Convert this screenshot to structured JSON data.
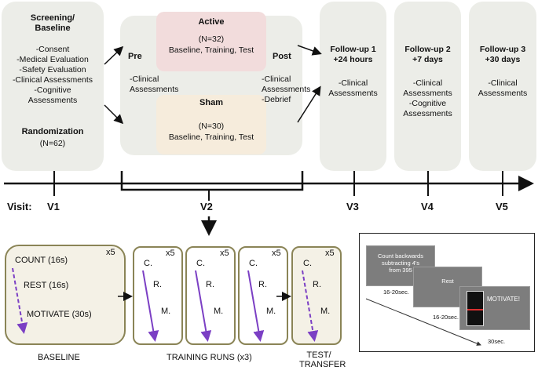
{
  "screening": {
    "title1": "Screening/",
    "title2": "Baseline",
    "items": [
      "-Consent",
      "-Medical Evaluation",
      "-Safety Evaluation",
      "-Clinical Assessments",
      "-Cognitive",
      "Assessments"
    ],
    "randomization": "Randomization",
    "n": "(N=62)"
  },
  "v2": {
    "pre": "Pre",
    "pre_items": [
      "-Clinical",
      "Assessments"
    ],
    "post": "Post",
    "post_items": [
      "-Clinical",
      "Assessments",
      "-Debrief"
    ],
    "active_title": "Active",
    "active_n": "(N=32)",
    "active_desc": "Baseline, Training, Test",
    "sham_title": "Sham",
    "sham_n": "(N=30)",
    "sham_desc": "Baseline, Training, Test"
  },
  "followups": [
    {
      "title1": "Follow-up 1",
      "title2": "+24 hours",
      "items": [
        "-Clinical",
        "Assessments"
      ]
    },
    {
      "title1": "Follow-up 2",
      "title2": "+7 days",
      "items": [
        "-Clinical",
        "Assessments",
        "-Cognitive",
        "Assessments"
      ]
    },
    {
      "title1": "Follow-up 3",
      "title2": "+30 days",
      "items": [
        "-Clinical",
        "Assessments"
      ]
    }
  ],
  "timeline": {
    "visit_label": "Visit:",
    "visits": [
      "V1",
      "V2",
      "V3",
      "V4",
      "V5"
    ]
  },
  "baseline_block": {
    "mult": "x5",
    "count": "COUNT (16s)",
    "rest": "REST (16s)",
    "motivate": "MOTIVATE (30s)",
    "caption": "BASELINE"
  },
  "training": {
    "mult": "x5",
    "c": "C.",
    "r": "R.",
    "m": "M.",
    "caption": "TRAINING RUNS (x3)"
  },
  "test": {
    "mult": "x5",
    "c": "C.",
    "r": "R.",
    "m": "M.",
    "caption1": "TEST/",
    "caption2": "TRANSFER"
  },
  "screens": {
    "count_text": [
      "Count backwards",
      "subtracting 4's",
      "from 395"
    ],
    "rest_text": "Rest",
    "motivate_text": "MOTIVATE!",
    "t1": "16-20sec.",
    "t2": "16-20sec.",
    "t3": "30sec."
  },
  "colors": {
    "active": "#f2dcdc",
    "sham": "#f6ecdc",
    "arrow_purple": "#7b3fc4",
    "olive": "#8a8456"
  }
}
